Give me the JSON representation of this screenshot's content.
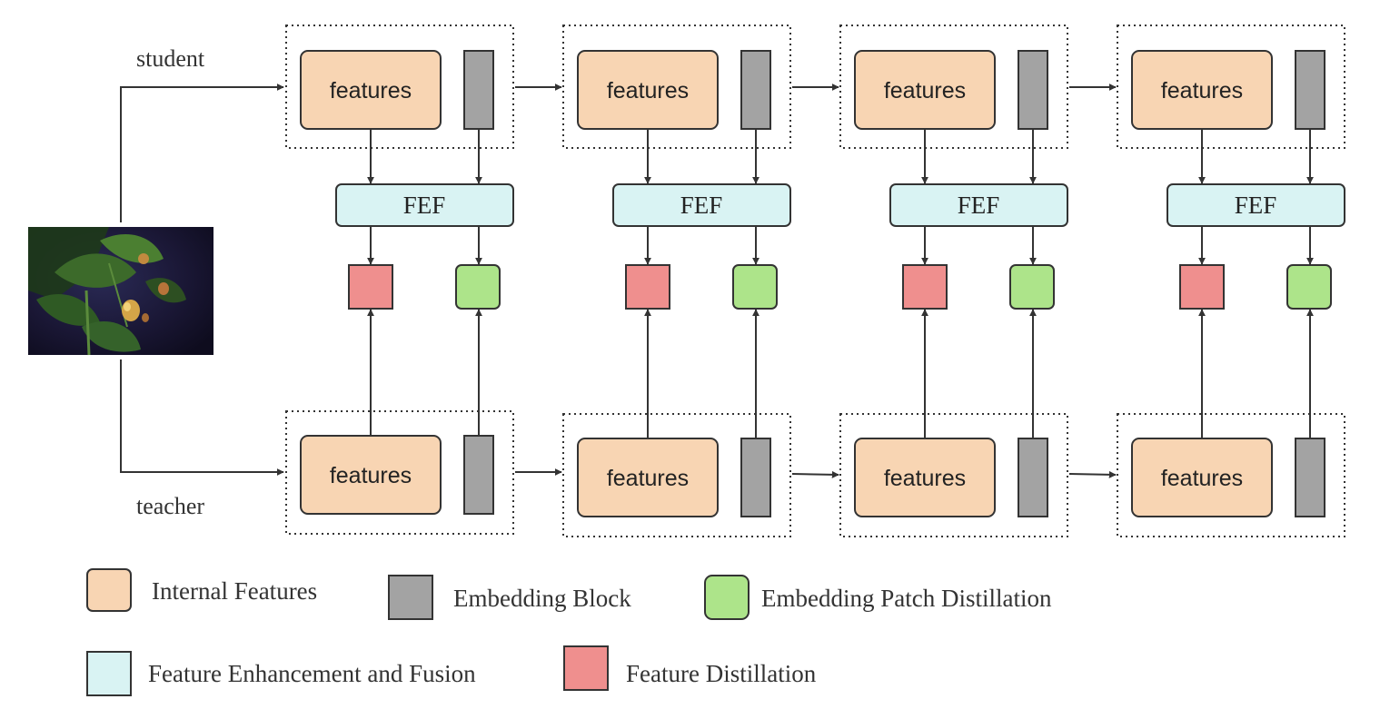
{
  "labels": {
    "student": "student",
    "teacher": "teacher"
  },
  "stages": [
    {
      "student_features": "features",
      "teacher_features": "features",
      "fusion": "FEF"
    },
    {
      "student_features": "features",
      "teacher_features": "features",
      "fusion": "FEF"
    },
    {
      "student_features": "features",
      "teacher_features": "features",
      "fusion": "FEF"
    },
    {
      "student_features": "features",
      "teacher_features": "features",
      "fusion": "FEF"
    }
  ],
  "legend": {
    "internal_features": "Internal Features",
    "embedding_block": "Embedding Block",
    "embedding_patch_distillation": "Embedding Patch Distillation",
    "feature_enhancement_fusion": "Feature Enhancement and Fusion",
    "feature_distillation": "Feature Distillation"
  },
  "colors": {
    "features": "#f8d5b3",
    "embedding": "#a3a3a3",
    "fef": "#d9f3f3",
    "feature_distillation": "#ef8f8e",
    "patch_distillation": "#ade48a",
    "stroke": "#333333"
  },
  "input_image": {
    "icon": "plant-photo-image"
  }
}
